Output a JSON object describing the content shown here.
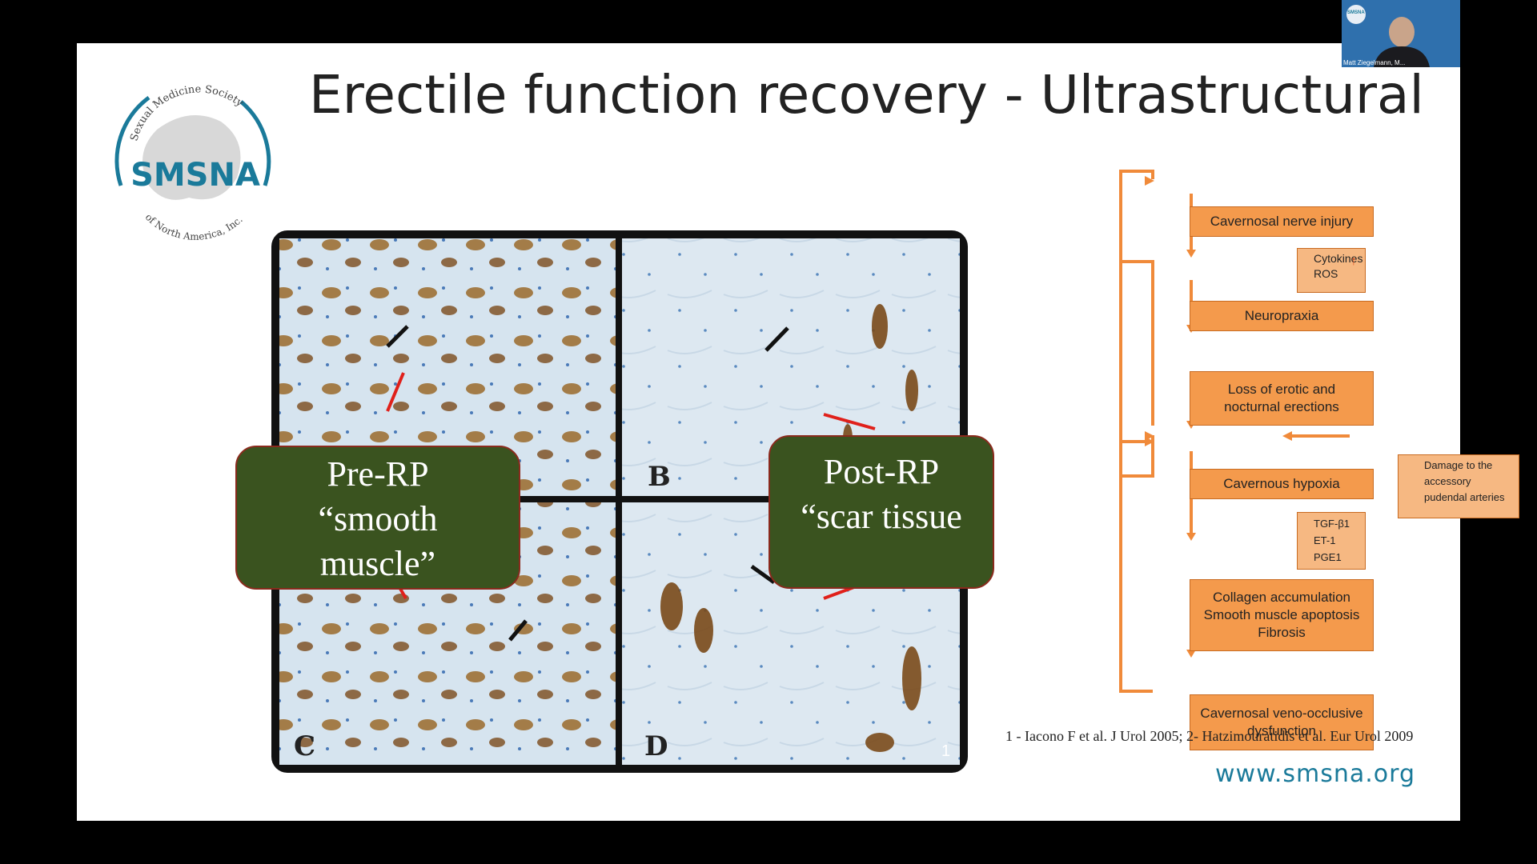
{
  "slide": {
    "title": "Erectile function recovery - Ultrastructural",
    "logo": {
      "arc_top": "Sexual Medicine Society",
      "wordmark": "SMSNA",
      "arc_bottom": "of North America, Inc.",
      "accent": "#1a7a9a"
    },
    "histology": {
      "quadrants": [
        "B",
        "C",
        "D"
      ],
      "figure_number": "1"
    },
    "callouts": {
      "pre": [
        "Pre-RP",
        "“smooth",
        "muscle”"
      ],
      "post": [
        "Post-RP",
        "“scar tissue"
      ]
    },
    "flowchart": {
      "boxes": {
        "nerve_injury": "Cavernosal nerve injury",
        "neuropraxia": "Neuropraxia",
        "loss": [
          "Loss of erotic and",
          "nocturnal erections"
        ],
        "hypoxia": "Cavernous hypoxia",
        "collagen": [
          "Collagen accumulation",
          "Smooth muscle apoptosis",
          "Fibrosis"
        ],
        "dysfunction": [
          "Cavernosal veno-occlusive",
          "dysfunction"
        ]
      },
      "side_boxes": {
        "cytokines": [
          "Cytokines",
          "ROS"
        ],
        "factors": [
          "TGF-β1",
          "ET-1",
          "PGE1"
        ],
        "damage": [
          "Damage to the",
          "accessory",
          "pudendal arteries"
        ]
      },
      "colors": {
        "box": "#f49a4c",
        "arrow": "#f08a3a"
      }
    },
    "citation": "1 - Iacono F et al. J Urol 2005; 2- Hatzimouratidis et al. Eur Urol 2009",
    "url": "www.smsna.org"
  },
  "video_call": {
    "participant_name": "Matt Ziegelmann, M...",
    "badge": "SMSNA"
  }
}
